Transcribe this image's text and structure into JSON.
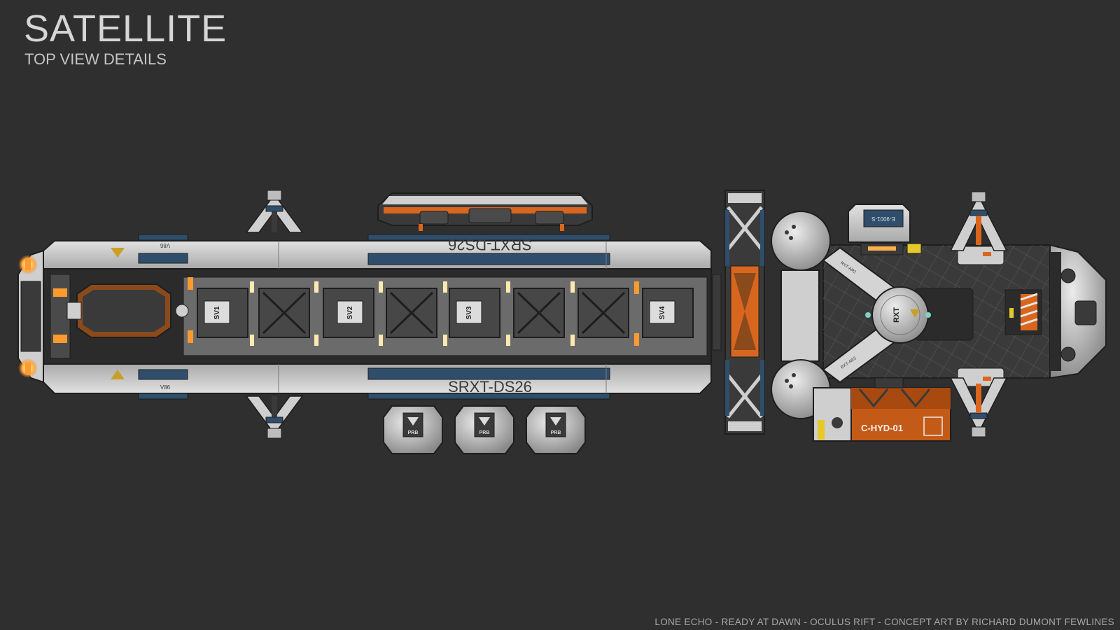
{
  "header": {
    "title": "SATELLITE",
    "subtitle": "TOP VIEW DETAILS"
  },
  "ship": {
    "registration_top": "SRXT-DS26",
    "registration_bottom": "SRXT-DS26",
    "hull_mark_top": "V86",
    "hull_mark_bottom": "V86",
    "cargo_modules": [
      "SV1",
      "SV2",
      "SV3",
      "SV4"
    ],
    "probe_labels": [
      "PRB",
      "PRB",
      "PRB"
    ],
    "hub_label": "RXT",
    "arm_label_top": "RXT-AR2",
    "arm_label_bottom": "RXT-AR2",
    "tank_label": "E-9001-S",
    "hydro_module_label": "C-HYD-01"
  },
  "colors": {
    "background": "#2f2f2f",
    "hull_light": "#cfcfcf",
    "hull_dark": "#3a3a3a",
    "accent_orange": "#d9661e",
    "accent_blue": "#2f4e6b",
    "light_glow": "#ffe9b0"
  },
  "footer": {
    "credits": "LONE ECHO - READY AT DAWN - OCULUS RIFT - CONCEPT ART BY RICHARD DUMONT FEWLINES"
  }
}
